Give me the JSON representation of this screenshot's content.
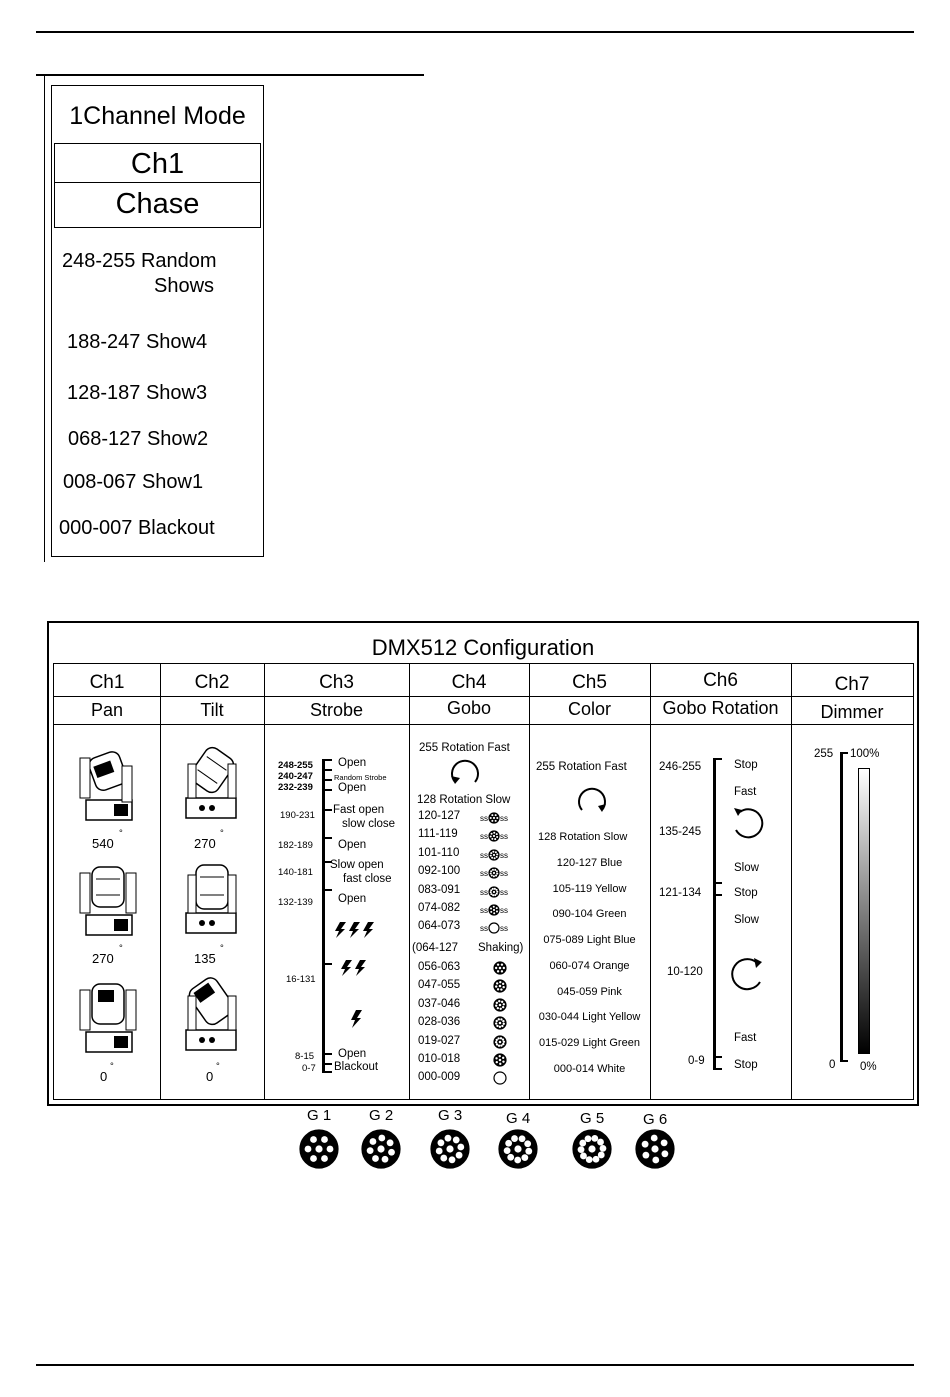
{
  "single_channel": {
    "title": "1Channel Mode",
    "channel": "Ch1",
    "function": "Chase",
    "rows": [
      {
        "line1": "248-255 Random",
        "line2": "Shows"
      },
      {
        "line1": "188-247 Show4"
      },
      {
        "line1": "128-187 Show3"
      },
      {
        "line1": "068-127 Show2"
      },
      {
        "line1": "008-067 Show1"
      },
      {
        "line1": "000-007 Blackout"
      }
    ]
  },
  "dmx": {
    "title": "DMX512 Configuration",
    "channels": [
      {
        "ch": "Ch1",
        "fn": "Pan"
      },
      {
        "ch": "Ch2",
        "fn": "Tilt"
      },
      {
        "ch": "Ch3",
        "fn": "Strobe"
      },
      {
        "ch": "Ch4",
        "fn": "Gobo"
      },
      {
        "ch": "Ch5",
        "fn": "Color"
      },
      {
        "ch": "Ch6",
        "fn": "Gobo Rotation"
      },
      {
        "ch": "Ch7",
        "fn": "Dimmer"
      }
    ],
    "pan_degrees": [
      "540",
      "270",
      "0"
    ],
    "tilt_degrees": [
      "270",
      "135",
      "0"
    ],
    "degree_symbol": "°",
    "strobe": {
      "r1": "248-255",
      "r1_label": "Open",
      "r2": "240-247",
      "r2_label": "Random Strobe",
      "r3": "232-239",
      "r3_label": "Open",
      "r4": "190-231",
      "r4_label_a": "Fast open",
      "r4_label_b": "slow close",
      "r5": "182-189",
      "r5_label": "Open",
      "r6": "140-181",
      "r6_label_a": "Slow open",
      "r6_label_b": "fast  close",
      "r7": "132-139",
      "r7_label": "Open",
      "r8": "16-131",
      "r9": "8-15",
      "r9_label": "Open",
      "r10": "0-7",
      "r10_label": "Blackout"
    },
    "gobo": {
      "fast": "255 Rotation Fast",
      "slow": "128 Rotation  Slow",
      "shake_ranges": [
        "120-127",
        "111-119",
        "101-110",
        "092-100",
        "083-091",
        "074-082",
        "064-073"
      ],
      "shaking_range": "(064-127",
      "shaking_label": "Shaking)",
      "static_ranges": [
        "056-063",
        "047-055",
        "037-046",
        "028-036",
        "019-027",
        "010-018",
        "000-009"
      ]
    },
    "color": {
      "fast": "255 Rotation Fast",
      "slow": "128 Rotation Slow",
      "rows": [
        "120-127 Blue",
        "105-119 Yellow",
        "090-104 Green",
        "075-089 Light Blue",
        "060-074 Orange",
        "045-059 Pink",
        "030-044 Light Yellow",
        "015-029 Light Green",
        "000-014 White"
      ]
    },
    "gobo_rotation": {
      "r1": "246-255",
      "r1_label": "Stop",
      "fast_top": "Fast",
      "r2": "135-245",
      "slow_top": "Slow",
      "r3": "121-134",
      "r3_label": "Stop",
      "slow_bottom": "Slow",
      "r4": "10-120",
      "fast_bottom": "Fast",
      "r5": "0-9",
      "r5_label": "Stop"
    },
    "dimmer": {
      "top_value": "255",
      "top_percent": "100%",
      "bottom_value": "0",
      "bottom_percent": "0%"
    }
  },
  "gobo_labels": [
    "G 1",
    "G 2",
    "G 3",
    "G 4",
    "G 5",
    "G 6"
  ]
}
